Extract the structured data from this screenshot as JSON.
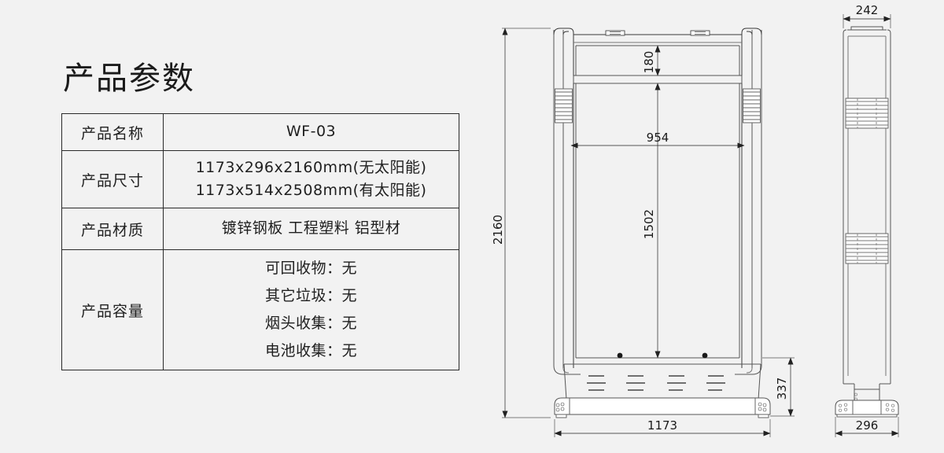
{
  "page": {
    "background_color": "#f2f2f2",
    "line_color": "#333333"
  },
  "spec": {
    "title": "产品参数",
    "rows": [
      {
        "label": "产品名称",
        "values": [
          "WF-03"
        ]
      },
      {
        "label": "产品尺寸",
        "values": [
          "1173x296x2160mm(无太阳能)",
          "1173x514x2508mm(有太阳能)"
        ]
      },
      {
        "label": "产品材质",
        "values": [
          "镀锌钢板 工程塑料 铝型材"
        ]
      },
      {
        "label": "产品容量",
        "values": [
          "可回收物：无",
          "其它垃圾：无",
          "烟头收集：无",
          "电池收集：无"
        ]
      }
    ]
  },
  "drawing": {
    "front_view": {
      "dimensions": {
        "overall_height": "2160",
        "overall_width": "1173",
        "panel_width": "954",
        "top_band_height": "180",
        "panel_height": "1502",
        "base_height": "337"
      }
    },
    "side_view": {
      "dimensions": {
        "top_width": "242",
        "base_width": "296"
      }
    }
  }
}
